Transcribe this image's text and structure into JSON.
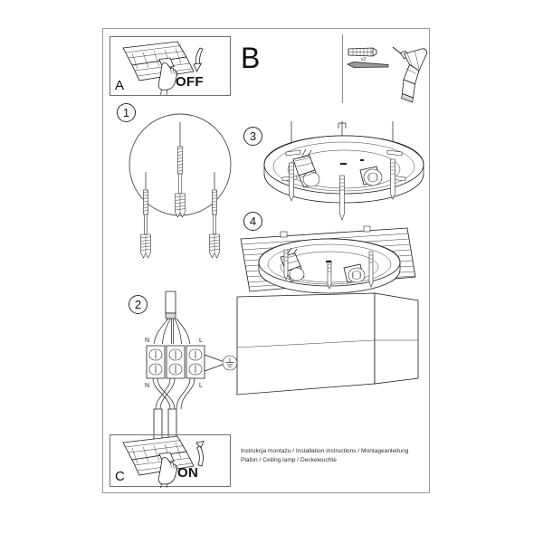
{
  "document": {
    "type": "installation-instruction-sheet",
    "product": "Plafon / Ceiling lamp / Deckeleuchte"
  },
  "top_band": {
    "panel_a": {
      "letter": "A",
      "action_label": "OFF",
      "icon_switch": "wall-switch-icon",
      "icon_hand": "hand-pressing-icon",
      "icon_arrow": "curved-arrow-down-icon"
    },
    "section_letter": "B",
    "tools": {
      "wall_plug_quantity": "x2",
      "icon_wall_plug": "wall-plug-icon",
      "icon_screw": "screw-icon",
      "icon_drill": "cordless-drill-icon"
    }
  },
  "steps": [
    {
      "number": "1",
      "name": "drill-and-insert-anchors",
      "detail_circle": true
    },
    {
      "number": "2",
      "name": "wire-terminal-block",
      "terminal_labels": {
        "neutral_top": "N",
        "live_top": "L",
        "neutral_bottom": "N",
        "live_bottom": "L"
      },
      "earth_symbol": "earth-ground-icon"
    },
    {
      "number": "3",
      "name": "mount-base-plate"
    },
    {
      "number": "4",
      "name": "attach-lamp-body"
    }
  ],
  "bottom_band": {
    "panel_c": {
      "letter": "C",
      "action_label": "ON",
      "icon_switch": "wall-switch-icon",
      "icon_hand": "hand-pressing-icon",
      "icon_arrow": "curved-arrow-up-icon"
    },
    "footer_line_1": "Instrukcja montażu / Installation instructions / Montageanleitung",
    "footer_line_2": "Plafon / Ceiling lamp / Deckeleuchte"
  },
  "colors": {
    "line": "#1c1c1c",
    "border": "#9a9a9a",
    "background": "#ffffff"
  }
}
